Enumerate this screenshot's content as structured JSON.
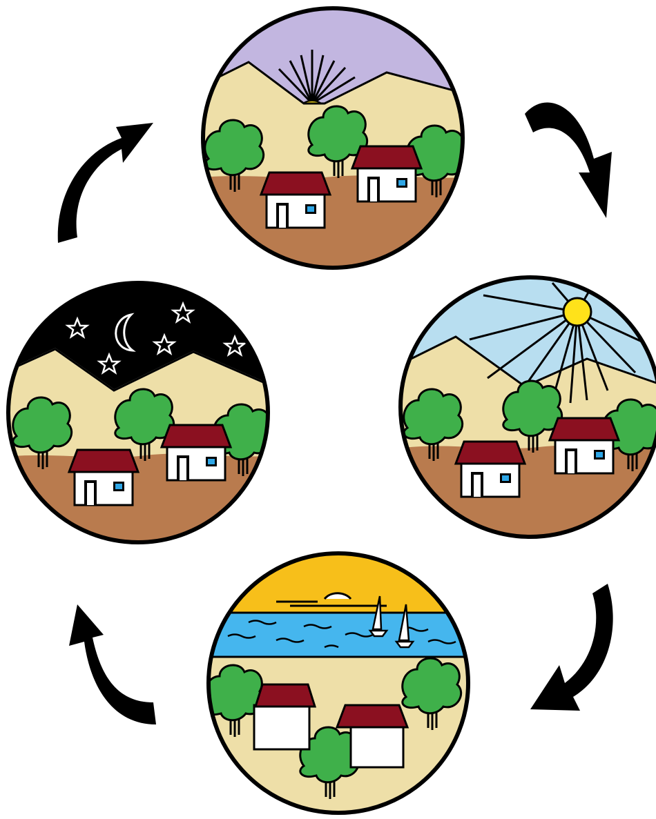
{
  "diagram": {
    "type": "cycle",
    "stages": [
      {
        "id": "sunrise",
        "icon": "sunrise-scene"
      },
      {
        "id": "midday",
        "icon": "midday-sun-scene"
      },
      {
        "id": "sunset",
        "icon": "sunset-lake-scene"
      },
      {
        "id": "night",
        "icon": "night-moon-stars-scene"
      }
    ],
    "arrows": [
      {
        "from": "sunrise",
        "to": "midday",
        "icon": "curved-arrow-icon"
      },
      {
        "from": "midday",
        "to": "sunset",
        "icon": "curved-arrow-icon"
      },
      {
        "from": "sunset",
        "to": "night",
        "icon": "curved-arrow-icon"
      },
      {
        "from": "night",
        "to": "sunrise",
        "icon": "curved-arrow-icon"
      }
    ],
    "colors": {
      "dawn_sky": "#c2b6e0",
      "day_sky": "#b8def0",
      "sunset_sky": "#f7bf1a",
      "night_sky": "#000000",
      "mountain": "#eedfa8",
      "ground": "#b97b4e",
      "tree": "#3fb04a",
      "roof": "#8b1020",
      "window": "#2ea6e6",
      "water": "#45b6ee",
      "sun": "#ffe21a"
    }
  }
}
